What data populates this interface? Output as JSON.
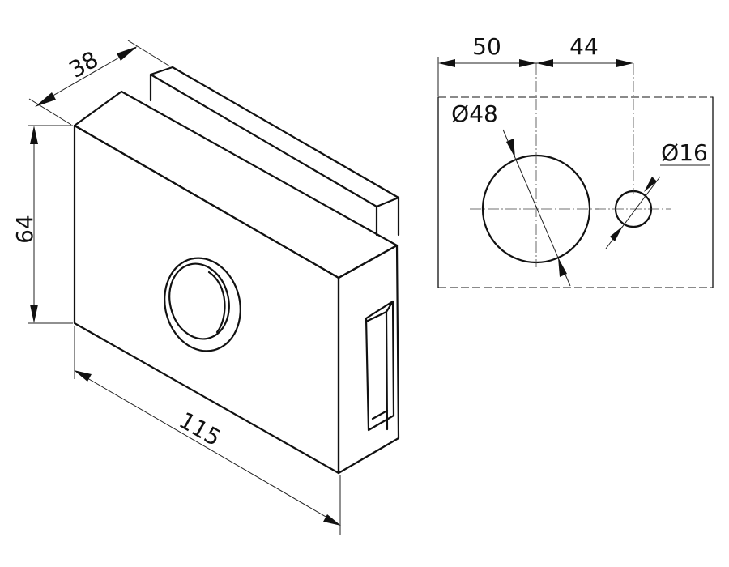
{
  "isometric_view": {
    "dimension_height": "64",
    "dimension_depth": "38",
    "dimension_width": "115"
  },
  "plate_view": {
    "dimension_left": "50",
    "dimension_right": "44",
    "large_hole_label": "Ø48",
    "small_hole_label": "Ø16"
  }
}
